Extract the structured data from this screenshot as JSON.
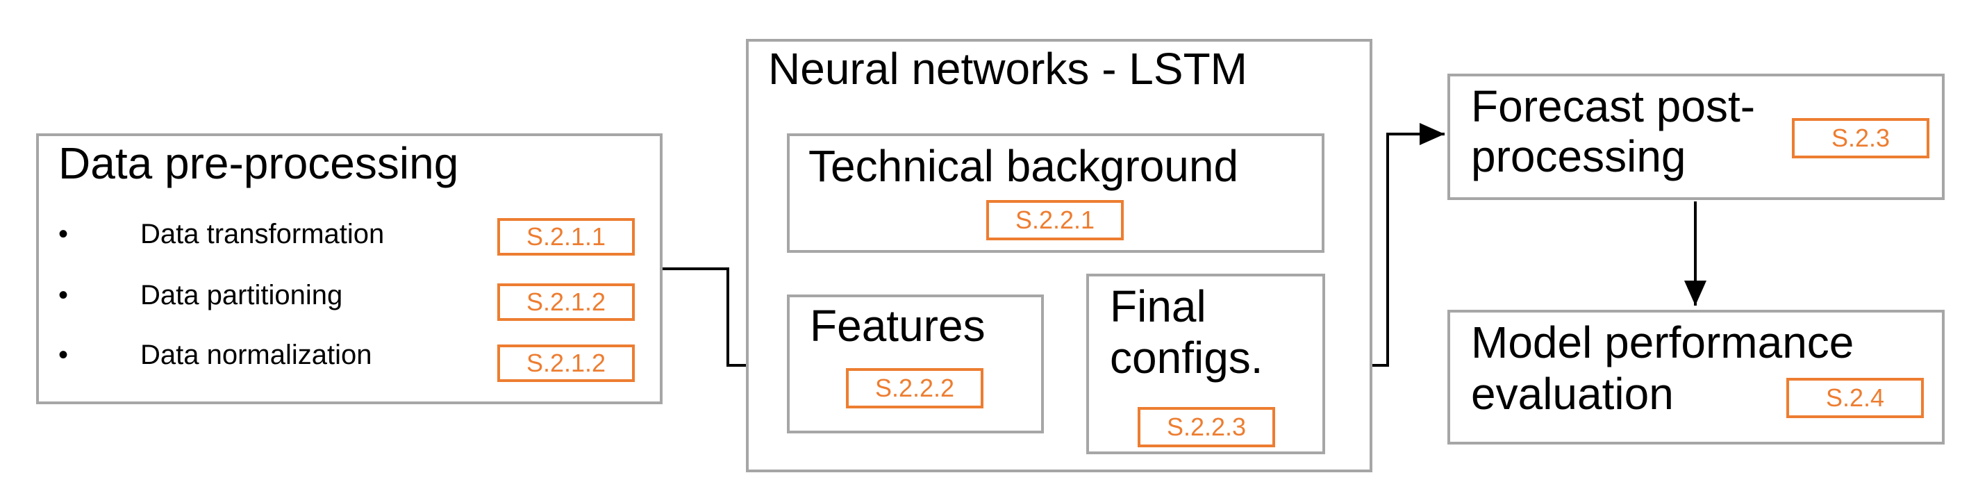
{
  "preprocessing": {
    "title": "Data pre-processing",
    "bullet": "•",
    "items": [
      {
        "label": "Data transformation",
        "ref": "S.2.1.1"
      },
      {
        "label": "Data partitioning",
        "ref": "S.2.1.2"
      },
      {
        "label": "Data normalization",
        "ref": "S.2.1.2"
      }
    ]
  },
  "nn": {
    "title": "Neural networks - LSTM",
    "technical": {
      "label": "Technical background",
      "ref": "S.2.2.1"
    },
    "features": {
      "label": "Features",
      "ref": "S.2.2.2"
    },
    "final": {
      "line1": "Final",
      "line2": "configs.",
      "ref": "S.2.2.3"
    }
  },
  "postprocessing": {
    "line1": "Forecast post-",
    "line2": "processing",
    "ref": "S.2.3"
  },
  "evaluation": {
    "line1": "Model performance",
    "line2": "evaluation",
    "ref": "S.2.4"
  },
  "colors": {
    "border": "#a6a6a6",
    "ref": "#ed7d31",
    "arrow": "#000000"
  }
}
